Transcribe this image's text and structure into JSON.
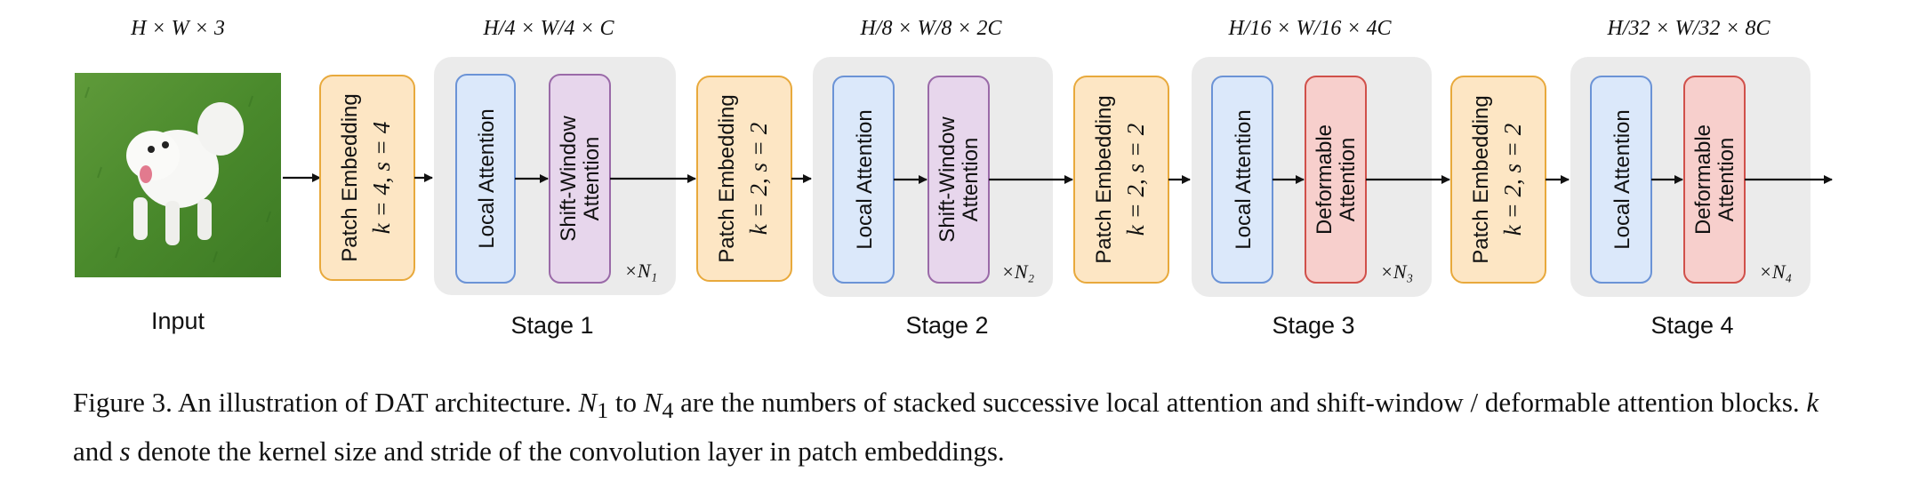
{
  "input": {
    "label": "Input",
    "dims": "H × W × 3",
    "image_desc": "white dog running on green grass"
  },
  "patch_embeddings": [
    {
      "title": "Patch Embedding",
      "params": "k = 4, s = 4"
    },
    {
      "title": "Patch Embedding",
      "params": "k = 2, s = 2"
    },
    {
      "title": "Patch Embedding",
      "params": "k = 2, s = 2"
    },
    {
      "title": "Patch Embedding",
      "params": "k = 2, s = 2"
    }
  ],
  "stages": [
    {
      "label": "Stage 1",
      "dims": "H/4 × W/4 × C",
      "block_a": "Local Attention",
      "block_b_line1": "Shift-Window",
      "block_b_line2": "Attention",
      "repeat": "×N₁",
      "block_b_type": "shift"
    },
    {
      "label": "Stage 2",
      "dims": "H/8 × W/8 × 2C",
      "block_a": "Local Attention",
      "block_b_line1": "Shift-Window",
      "block_b_line2": "Attention",
      "repeat": "×N₂",
      "block_b_type": "shift"
    },
    {
      "label": "Stage 3",
      "dims": "H/16 × W/16 × 4C",
      "block_a": "Local Attention",
      "block_b_line1": "Deformable",
      "block_b_line2": "Attention",
      "repeat": "×N₃",
      "block_b_type": "deform"
    },
    {
      "label": "Stage 4",
      "dims": "H/32 × W/32 × 8C",
      "block_a": "Local Attention",
      "block_b_line1": "Deformable",
      "block_b_line2": "Attention",
      "repeat": "×N₄",
      "block_b_type": "deform"
    }
  ],
  "colors": {
    "patch_fill": "#fde6c4",
    "patch_stroke": "#e8a93c",
    "local_fill": "#dbe8fa",
    "local_stroke": "#6b93d6",
    "shift_fill": "#e7d6ec",
    "shift_stroke": "#9a6aa8",
    "deform_fill": "#f7cfcc",
    "deform_stroke": "#d0504a",
    "stage_bg": "#ebebeb"
  },
  "caption": {
    "figure": "Figure 3.",
    "t1": " An illustration of DAT architecture. ",
    "m1": "N",
    "s1": "1",
    "t2": " to ",
    "m2": "N",
    "s2": "4",
    "t3": " are the numbers of stacked successive local attention and shift-window / deformable attention blocks. ",
    "m3": "k",
    "t4": " and ",
    "m4": "s",
    "t5": " denote the kernel size and stride of the convolution layer in patch embeddings."
  }
}
